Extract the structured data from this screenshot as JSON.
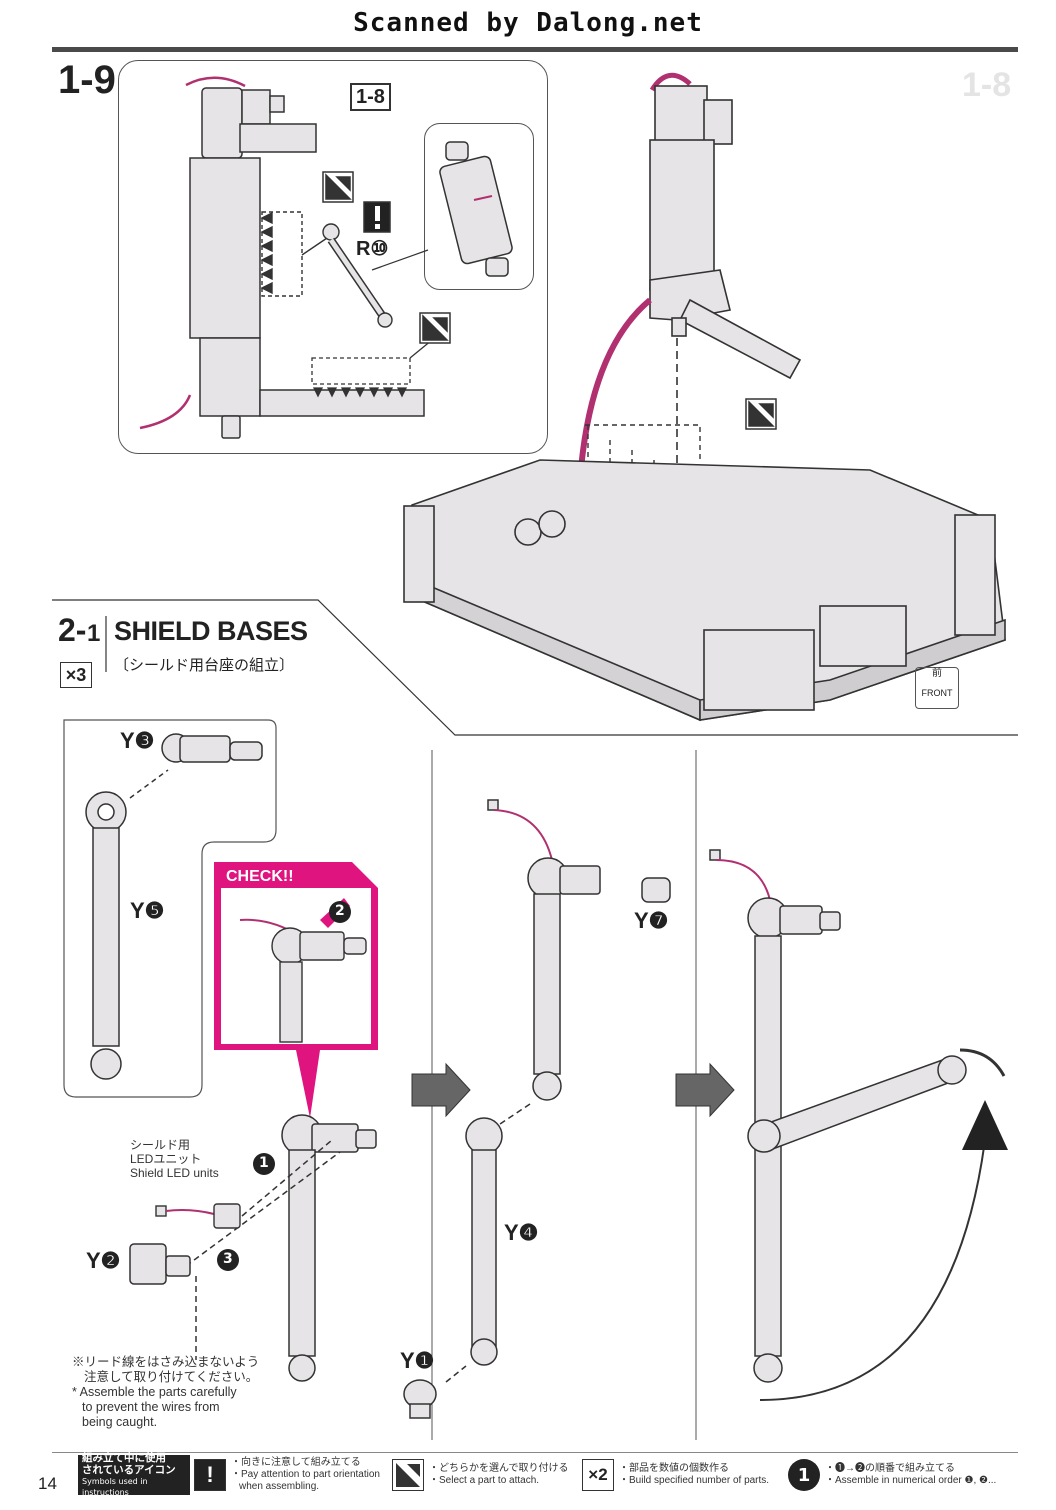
{
  "watermark": "Scanned by Dalong.net",
  "page_number": "14",
  "step_1_9": {
    "step": "1-9",
    "ref_part": "1-8",
    "part_r10": "R⑩"
  },
  "step_2_1": {
    "step_major": "2-",
    "step_minor": "1",
    "title_en": "SHIELD BASES",
    "title_jp": "〔シールド用台座の組立〕",
    "multiplier": "×3",
    "check_label": "CHECK!!",
    "parts": {
      "y3": "Y❸",
      "y5": "Y❺",
      "y2": "Y❷",
      "y7": "Y❼",
      "y4": "Y❹",
      "y1": "Y❶"
    },
    "led_jp_1": "シールド用",
    "led_jp_2": "LEDユニット",
    "led_en": "Shield LED units",
    "note_jp_1": "※リード線をはさみ込まないよう",
    "note_jp_2": "注意して取り付けてください。",
    "note_en_1": "* Assemble the parts carefully",
    "note_en_2": "to prevent the wires from",
    "note_en_3": "being caught.",
    "front_jp": "前",
    "front_en": "FRONT"
  },
  "footer": {
    "legend_jp_1": "組み立て中に使用",
    "legend_jp_2": "されているアイコン",
    "legend_en": "Symbols used in instructions",
    "icon_attention_jp": "・向きに注意して組み立てる",
    "icon_attention_en_1": "・Pay attention to part orientation",
    "icon_attention_en_2": "when assembling.",
    "icon_select_jp": "・どちらかを選んで取り付ける",
    "icon_select_en": "・Select a part to attach.",
    "icon_multiply_symbol": "×2",
    "icon_multiply_jp": "・部品を数値の個数作る",
    "icon_multiply_en": "・Build specified number of parts.",
    "icon_order_jp": "・❶→❷の順番で組み立てる",
    "icon_order_en": "・Assemble in numerical order ❶, ❷..."
  },
  "colors": {
    "wire": "#b03070",
    "part_fill": "#e6e4e6",
    "check_magenta": "#e0147f",
    "outline": "#333333"
  }
}
